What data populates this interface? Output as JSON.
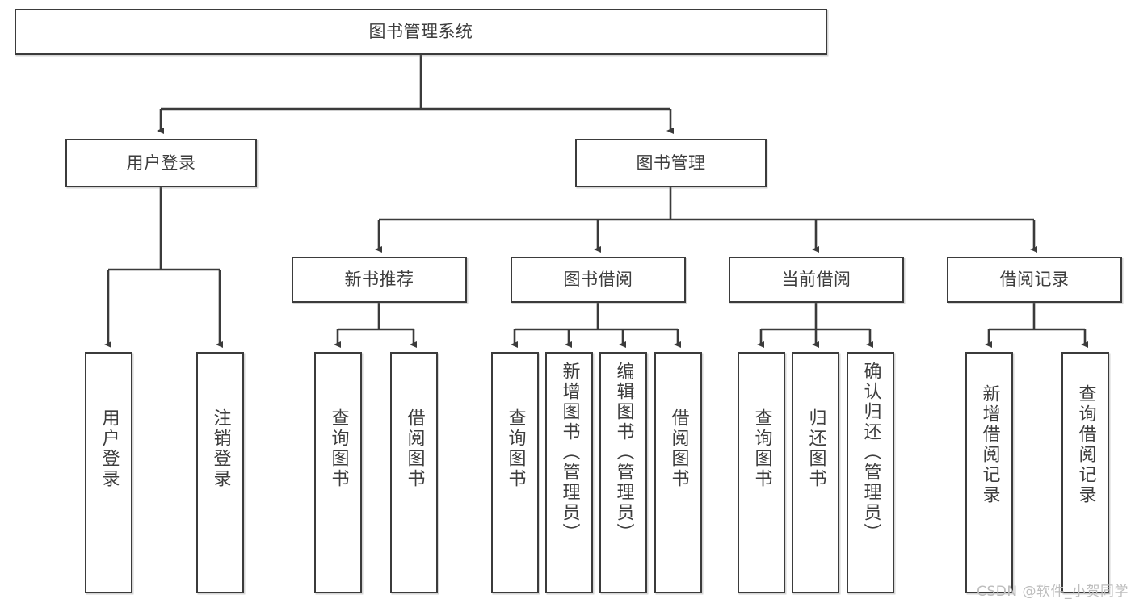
{
  "diagram": {
    "type": "hierarchy-tree",
    "title": "图书管理系统",
    "root": {
      "label": "图书管理系统"
    },
    "level1": [
      {
        "label": "用户登录"
      },
      {
        "label": "图书管理"
      }
    ],
    "level2": [
      {
        "label": "新书推荐",
        "parent": "图书管理"
      },
      {
        "label": "图书借阅",
        "parent": "图书管理"
      },
      {
        "label": "当前借阅",
        "parent": "图书管理"
      },
      {
        "label": "借阅记录",
        "parent": "图书管理"
      }
    ],
    "leaves": [
      {
        "label": "用户登录",
        "parent": "用户登录"
      },
      {
        "label": "注销登录",
        "parent": "用户登录"
      },
      {
        "label": "查询图书",
        "parent": "新书推荐"
      },
      {
        "label": "借阅图书",
        "parent": "新书推荐"
      },
      {
        "label": "查询图书",
        "parent": "图书借阅"
      },
      {
        "label": "新增图书（管理员）",
        "parent": "图书借阅"
      },
      {
        "label": "编辑图书（管理员）",
        "parent": "图书借阅"
      },
      {
        "label": "借阅图书",
        "parent": "图书借阅"
      },
      {
        "label": "查询图书",
        "parent": "当前借阅"
      },
      {
        "label": "归还图书",
        "parent": "当前借阅"
      },
      {
        "label": "确认归还（管理员）",
        "parent": "当前借阅"
      },
      {
        "label": "新增借阅记录",
        "parent": "借阅记录"
      },
      {
        "label": "查询借阅记录",
        "parent": "借阅记录"
      }
    ]
  },
  "watermark": {
    "text": "CSDN @软件_小贺同学"
  },
  "colors": {
    "border": "#3b3b3b",
    "text": "#3d3d3d",
    "background": "#ffffff",
    "watermark": "#bdbdbd"
  }
}
